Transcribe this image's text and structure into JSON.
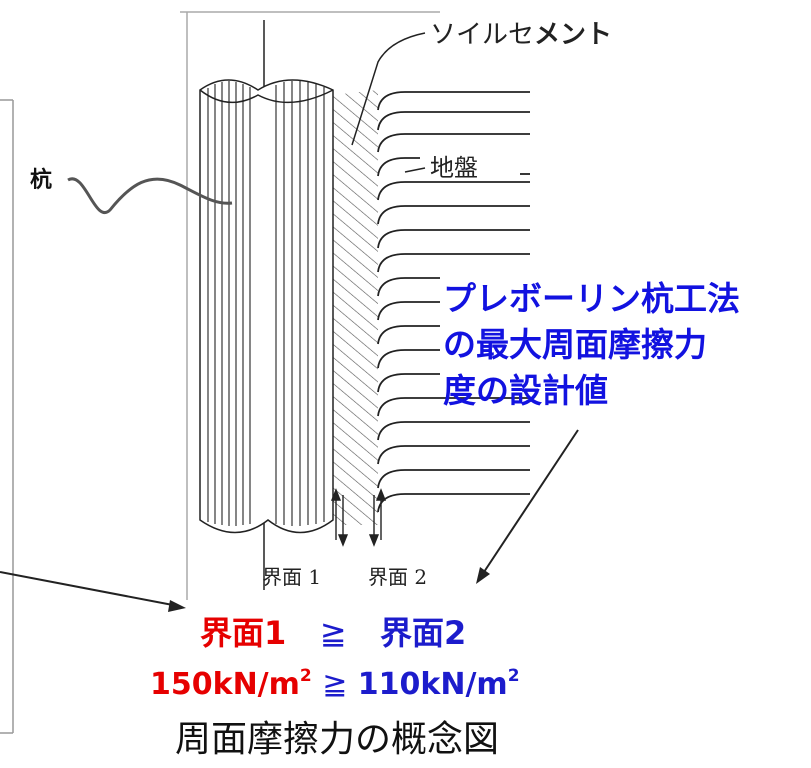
{
  "labels": {
    "soil_cement_a": "ソイルセ",
    "soil_cement_b": "メント",
    "ground": "地盤",
    "pile": "杭",
    "method_line1": "プレボーリン杭工法",
    "method_line2": "の最大周面摩擦力",
    "method_line3": "度の設計値",
    "interface1": "界面 1",
    "interface2": "界面 2"
  },
  "comparison": {
    "left_label": "界面1",
    "relation": "≧",
    "right_label": "界面2",
    "left_value": "150kN/m",
    "right_value": "110kN/m",
    "exponent": "2"
  },
  "caption": "周面摩擦力の概念図",
  "colors": {
    "red": "#e60000",
    "blue": "#1c1ccc"
  }
}
